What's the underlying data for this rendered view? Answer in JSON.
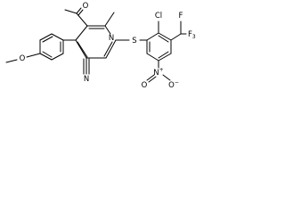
{
  "molecule": {
    "atoms": {
      "ring_n": "N",
      "methoxy_o": "O",
      "acetyl_o": "O",
      "nitrile_n": "N",
      "thioether_s": "S",
      "chloro": "Cl",
      "trifluoromethyl_f": "F",
      "trifluoromethyl_c": "F",
      "nitro_n": "N",
      "nitro_o": "O"
    },
    "charges": {
      "nitro_n": "+",
      "nitro_o": "−"
    },
    "subscripts": {
      "cf3_count": "3"
    },
    "colors": {
      "bond": "#000000",
      "text": "#000000",
      "background": "#ffffff"
    }
  }
}
